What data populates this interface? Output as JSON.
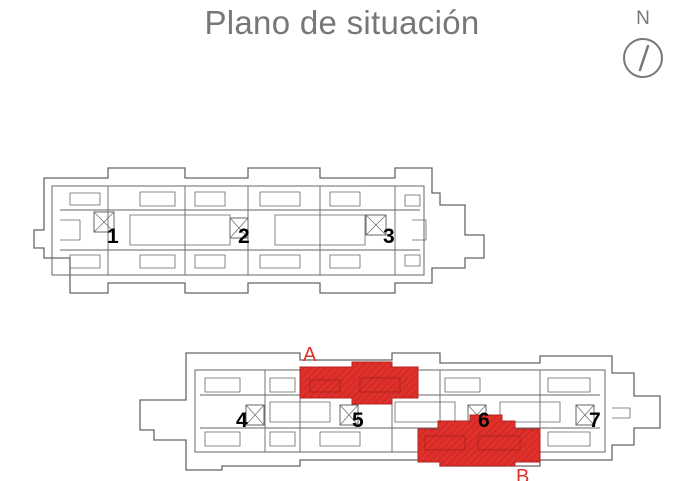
{
  "title": "Plano de situación",
  "compass": {
    "label": "N",
    "icon": "north-arrow-icon"
  },
  "buildings": {
    "top": [
      {
        "number": "1"
      },
      {
        "number": "2"
      },
      {
        "number": "3"
      }
    ],
    "bottom": [
      {
        "number": "4"
      },
      {
        "number": "5"
      },
      {
        "number": "6"
      },
      {
        "number": "7"
      }
    ]
  },
  "zones": [
    {
      "label": "A"
    },
    {
      "label": "B"
    }
  ],
  "colors": {
    "title": "#777777",
    "outline": "#666666",
    "zone_fill": "#e0302b",
    "zone_label": "#e0302b",
    "number": "#000000"
  }
}
